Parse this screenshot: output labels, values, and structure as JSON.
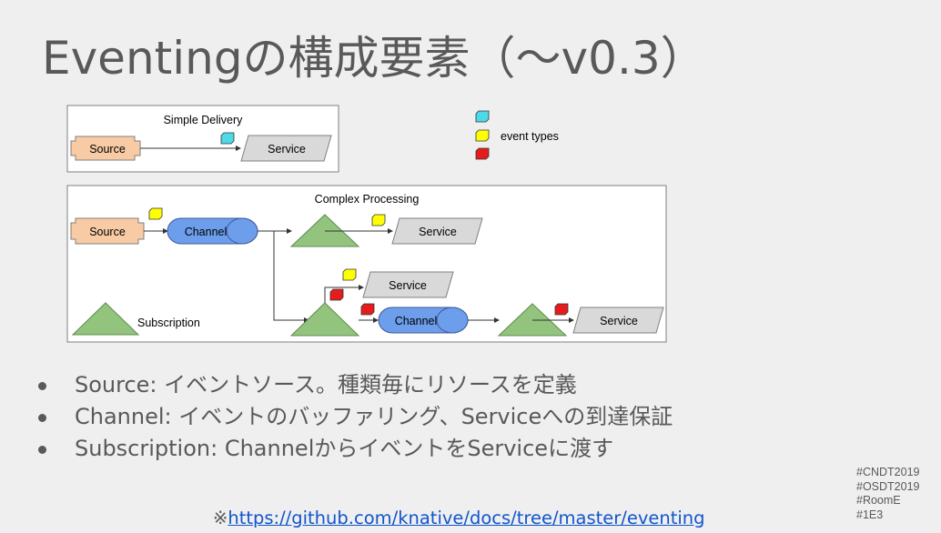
{
  "slide": {
    "title": "Eventingの構成要素（〜v0.3）",
    "bullets": [
      "Source: イベントソース。種類毎にリソースを定義",
      "Channel: イベントのバッファリング、Serviceへの到達保証",
      "Subscription: ChannelからイベントをServiceに渡す"
    ],
    "footnote_mark": "※",
    "footnote_link": "https://github.com/knative/docs/tree/master/eventing",
    "hashtags": [
      "#CNDT2019",
      "#OSDT2019",
      "#RoomE",
      "#1E3"
    ]
  },
  "diagram": {
    "simple_title": "Simple Delivery",
    "complex_title": "Complex Processing",
    "legend_label": "event types",
    "source_label": "Source",
    "service_label": "Service",
    "channel_label": "Channel",
    "subscription_label": "Subscription"
  },
  "colors": {
    "source_fill": "#f8cba4",
    "channel_fill": "#6d9eeb",
    "subscription_fill": "#93c47d",
    "service_fill": "#d9d9d9",
    "event_cyan": "#4dd9e8",
    "event_yellow": "#ffff00",
    "event_red": "#e61c1c"
  }
}
